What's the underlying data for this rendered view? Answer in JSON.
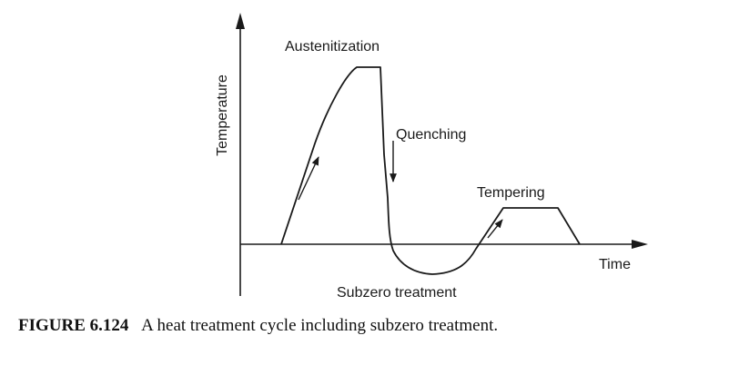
{
  "labels": {
    "y_axis": "Temperature",
    "x_axis": "Time",
    "austenitization": "Austenitization",
    "quenching": "Quenching",
    "tempering": "Tempering",
    "subzero": "Subzero treatment"
  },
  "caption": {
    "number": "FIGURE 6.124",
    "text": "A heat treatment cycle including subzero treatment."
  },
  "colors": {
    "stroke": "#1a1a1a",
    "background": "#ffffff"
  }
}
